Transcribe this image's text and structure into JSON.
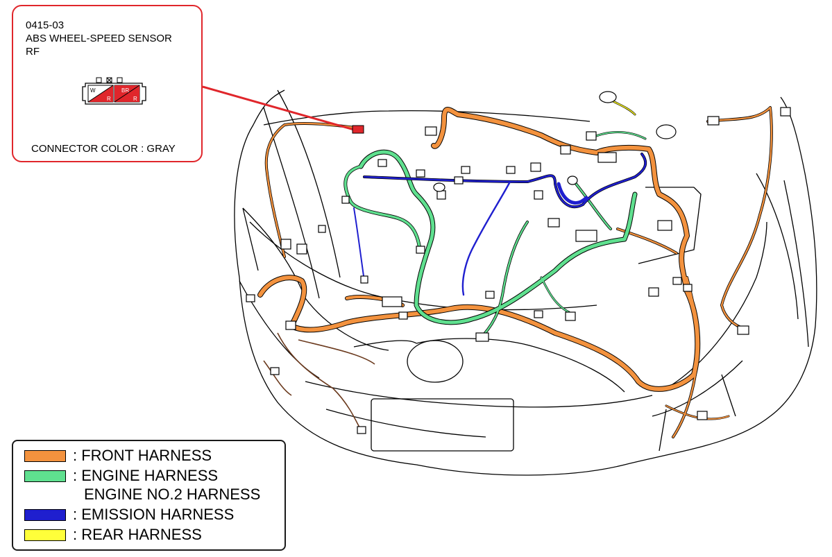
{
  "callout": {
    "code": "0415-03",
    "name": "ABS WHEEL-SPEED SENSOR",
    "position": "RF",
    "connector_color_text": "CONNECTOR COLOR : GRAY",
    "pins": [
      {
        "label": "W",
        "sub": "R"
      },
      {
        "label": "BR",
        "sub": "R"
      }
    ],
    "accent_color": "#e0262b"
  },
  "legend": [
    {
      "color": "#f3923e",
      "lines": [
        ": FRONT HARNESS"
      ]
    },
    {
      "color": "#5fe08f",
      "lines": [
        ": ENGINE HARNESS",
        "ENGINE NO.2 HARNESS"
      ]
    },
    {
      "color": "#1f1fcf",
      "lines": [
        ": EMISSION HARNESS"
      ]
    },
    {
      "color": "#ffff3a",
      "lines": [
        ": REAR HARNESS"
      ]
    }
  ],
  "harness_colors": {
    "front": "#f3923e",
    "engine": "#5fe08f",
    "emission": "#1f1fcf",
    "rear": "#e6e21e",
    "other": "#6b3a1e"
  }
}
